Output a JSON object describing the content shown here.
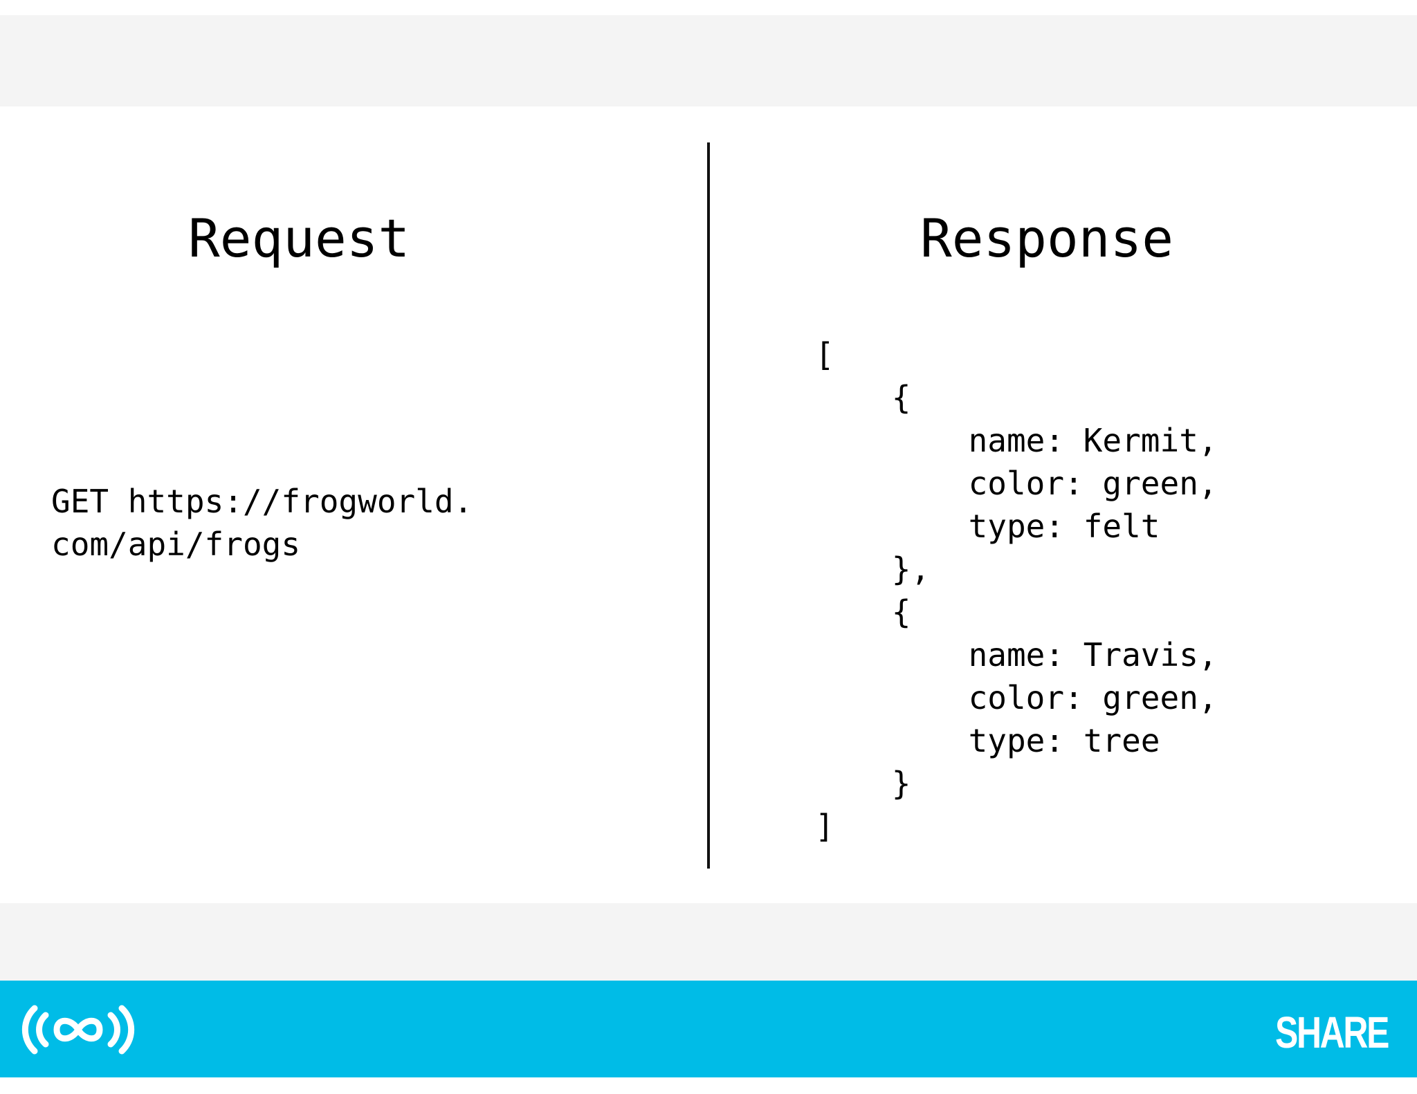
{
  "request": {
    "heading": "Request",
    "method": "GET",
    "url_line1": "https://frogworld.",
    "url_line2": "com/api/frogs"
  },
  "response": {
    "heading": "Response",
    "open_bracket": "[",
    "open_brace_1": "{",
    "item1": {
      "name": "name: Kermit,",
      "color": "color: green,",
      "type": "type: felt"
    },
    "close_brace_1": "},",
    "open_brace_2": "{",
    "item2": {
      "name": "name: Travis,",
      "color": "color: green,",
      "type": "type: tree"
    },
    "close_brace_2": "}",
    "close_bracket": "]"
  },
  "footer": {
    "brand_text": "SHARE",
    "logo_icon": "infinity-broadcast-icon",
    "bar_color": "#00bce7"
  },
  "colors": {
    "band": "#f4f4f4",
    "divider": "#111111"
  }
}
